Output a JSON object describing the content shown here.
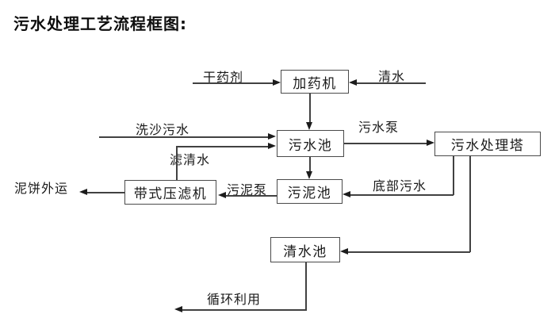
{
  "title": "污水处理工艺流程框图:",
  "diagram": {
    "type": "flowchart",
    "colors": {
      "background": "#ffffff",
      "line": "#414141",
      "box_border": "#4a4a4a",
      "text": "#141414"
    },
    "nodes": [
      {
        "id": "dosing-machine",
        "label": "加药机"
      },
      {
        "id": "sewage-pool",
        "label": "污水池"
      },
      {
        "id": "sewage-treatment-tower",
        "label": "污水处理塔"
      },
      {
        "id": "sludge-pool",
        "label": "污泥池"
      },
      {
        "id": "belt-filter-press",
        "label": "带式压滤机"
      },
      {
        "id": "clean-water-pool",
        "label": "清水池"
      }
    ],
    "flow_labels": [
      {
        "id": "dry-agent",
        "text": "干药剂",
        "flow": "外部 → 加药机"
      },
      {
        "id": "clean-water-in",
        "text": "清水",
        "flow": "外部 → 加药机"
      },
      {
        "id": "sand-washing-sewage",
        "text": "洗沙污水",
        "flow": "外部 → 污水池"
      },
      {
        "id": "sewage-pump",
        "text": "污水泵",
        "flow": "污水池 → 污水处理塔"
      },
      {
        "id": "filtered-water",
        "text": "滤清水",
        "flow": "带式压滤机 → 污水池"
      },
      {
        "id": "sludge-pump",
        "text": "污泥泵",
        "flow": "污泥池 → 带式压滤机"
      },
      {
        "id": "bottom-sewage",
        "text": "底部污水",
        "flow": "污水处理塔 → 污泥池"
      },
      {
        "id": "mud-cake-out",
        "text": "泥饼外运",
        "flow": "带式压滤机 → 外运"
      },
      {
        "id": "recycle",
        "text": "循环利用",
        "flow": "清水池 → 回用"
      }
    ],
    "unlabeled_edges": [
      {
        "flow": "加药机 → 污水池"
      },
      {
        "flow": "污水池 → 污泥池"
      },
      {
        "flow": "污水处理塔 → 清水池"
      }
    ]
  }
}
